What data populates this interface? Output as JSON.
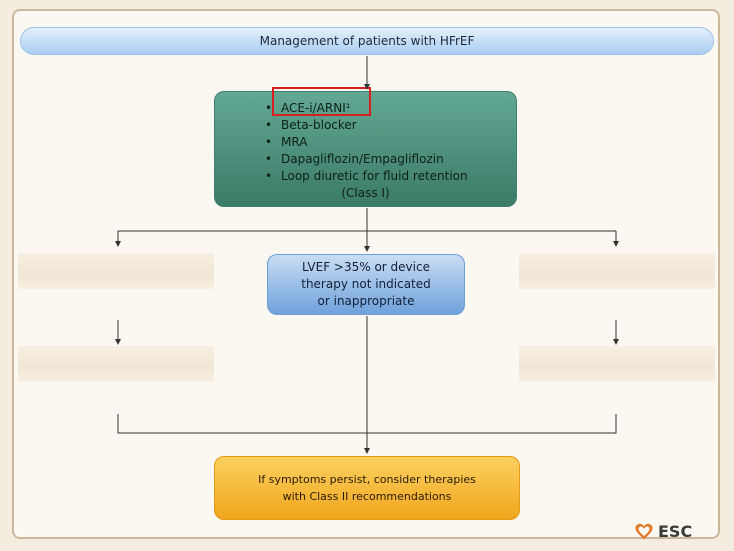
{
  "title": "Management of patients with HFrEF",
  "first_line": {
    "items": [
      "ACE-i/ARNI¹",
      "Beta-blocker",
      "MRA",
      "Dapagliflozin/Empagliflozin",
      "Loop diuretic for fluid retention"
    ],
    "class_label": "(Class I)"
  },
  "lvef_box": {
    "lines": [
      "LVEF >35% or device",
      "therapy not indicated",
      "or inappropriate"
    ]
  },
  "final_box": {
    "lines": [
      "If symptoms persist, consider therapies",
      "with Class II recommendations"
    ]
  },
  "logo": {
    "text": "ESC"
  },
  "colors": {
    "title_blue": "#a9cdf0",
    "first_line_green": "#3b7b68",
    "lvef_blue": "#6fa2dc",
    "final_orange": "#f1a51d",
    "highlight_red": "#d91f1f",
    "logo_orange": "#e07a2a"
  }
}
